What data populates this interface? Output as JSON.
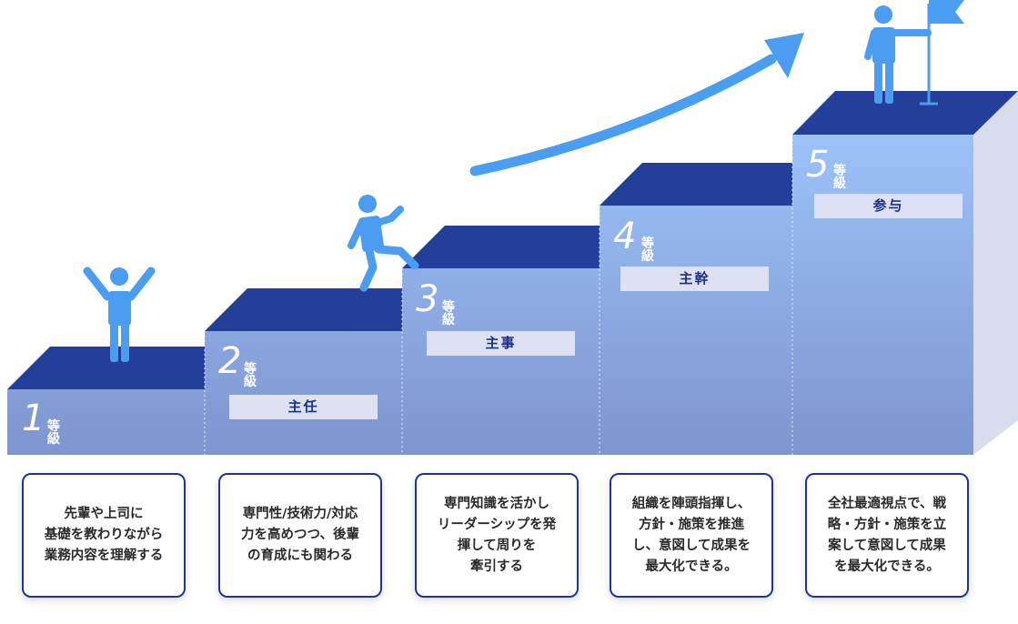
{
  "colors": {
    "top_face": "#233f9a",
    "front_top": "#9cc2f8",
    "front_bottom": "#7f95d0",
    "figure": "#4a9df0",
    "label_bg": "#dde1f3",
    "label_text": "#1c2f86",
    "box_border": "#1f3492"
  },
  "grades": [
    {
      "number": "1",
      "unit": "等級",
      "role": "",
      "description": [
        "先輩や上司に",
        "基礎を教わりながら",
        "業務内容を理解する"
      ]
    },
    {
      "number": "2",
      "unit": "等級",
      "role": "主任",
      "description": [
        "専門性/技術力/対応",
        "力を高めつつ、後輩",
        "の育成にも関わる"
      ]
    },
    {
      "number": "3",
      "unit": "等級",
      "role": "主事",
      "description": [
        "専門知識を活かし",
        "リーダーシップを発",
        "揮して周りを",
        "牽引する"
      ]
    },
    {
      "number": "4",
      "unit": "等級",
      "role": "主幹",
      "description": [
        "組織を陣頭指揮し、",
        "方針・施策を推進",
        "し、意図して成果を",
        "最大化できる。"
      ]
    },
    {
      "number": "5",
      "unit": "等級",
      "role": "参与",
      "description": [
        "全社最適視点で、戦",
        "略・方針・施策を立",
        "案して意図して成果",
        "を最大化できる。"
      ]
    }
  ],
  "icons": {
    "figure_cheer": "person-arms-raised-icon",
    "figure_climb": "person-climbing-icon",
    "figure_flag": "person-with-flag-icon",
    "arrow": "upward-arrow-icon"
  }
}
